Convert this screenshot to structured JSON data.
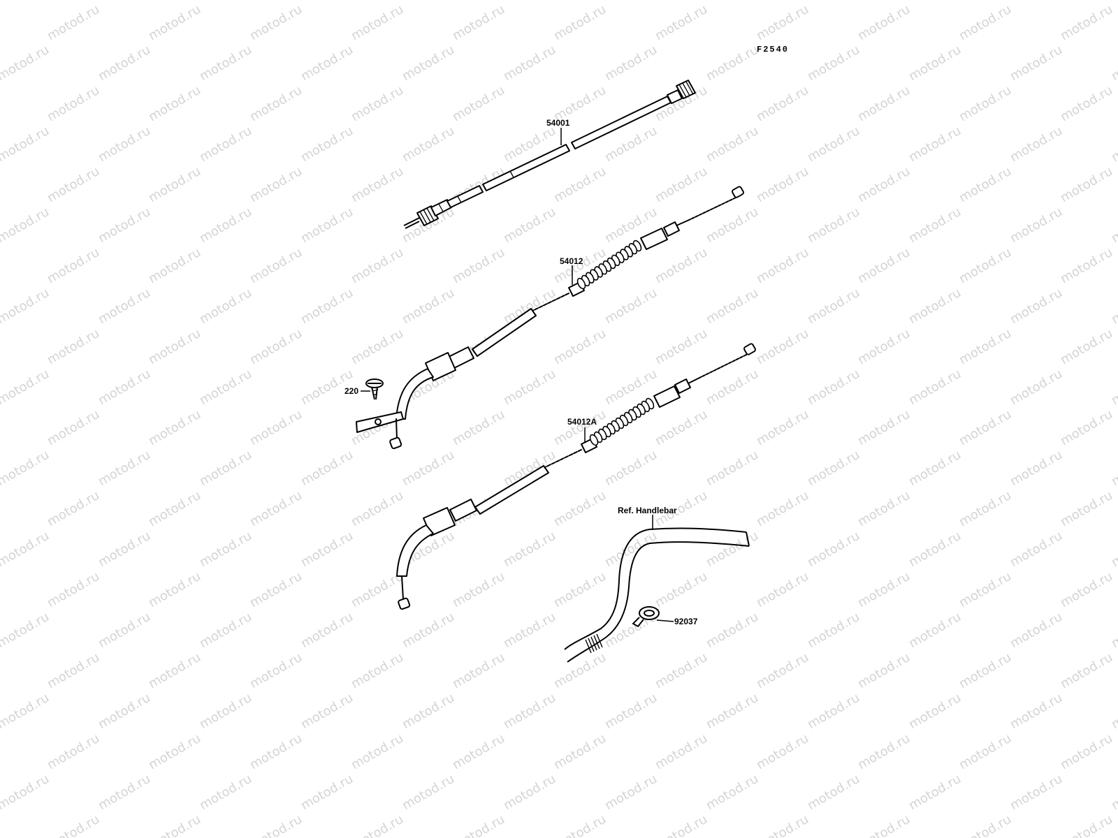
{
  "diagram": {
    "figure_code": "F2540",
    "watermark": "motod.ru",
    "parts": [
      {
        "id": "54001",
        "label": "54001"
      },
      {
        "id": "54012",
        "label": "54012"
      },
      {
        "id": "220",
        "label": "220"
      },
      {
        "id": "54012A",
        "label": "54012A"
      },
      {
        "id": "ref-handlebar",
        "label": "Ref. Handlebar"
      },
      {
        "id": "92037",
        "label": "92037"
      }
    ]
  }
}
